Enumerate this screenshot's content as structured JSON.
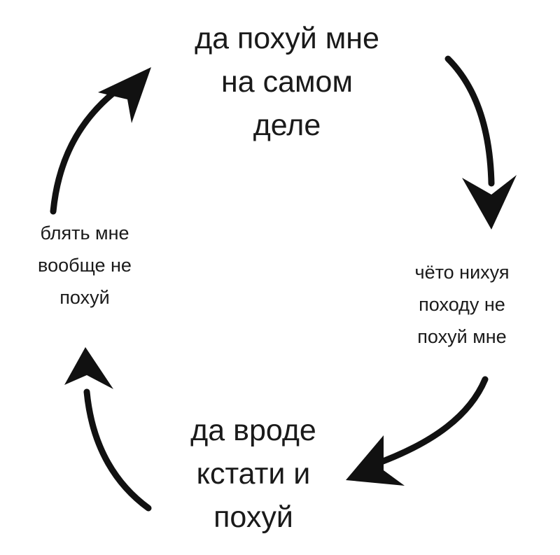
{
  "cycle": {
    "nodes": [
      {
        "id": "top",
        "text": "да похуй мне\nна самом\nделе"
      },
      {
        "id": "right",
        "text": "чёто нихуя\nпоходу не\nпохуй мне"
      },
      {
        "id": "bottom",
        "text": "да вроде\nкстати и\nпохуй"
      },
      {
        "id": "left",
        "text": "блять мне\nвообще не\nпохуй"
      }
    ],
    "arrow_color": "#111111",
    "direction": "clockwise"
  }
}
